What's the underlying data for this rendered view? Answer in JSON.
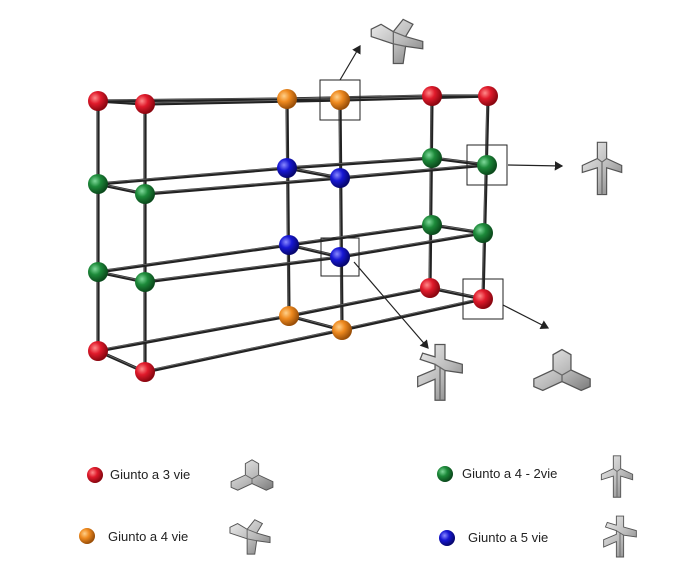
{
  "colors": {
    "three_way": "#e01a2b",
    "four_way": "#ef8a1f",
    "four_two_way": "#1d8a3a",
    "five_way": "#1717d4",
    "frame": "#222222",
    "connector_metal": "#b9b9b9"
  },
  "legend": [
    {
      "label": "Giunto a 3 vie",
      "type": "three_way",
      "icon": "three-way-connector-icon"
    },
    {
      "label": "Giunto a 4 - 2vie",
      "type": "four_two_way",
      "icon": "four-two-way-connector-icon"
    },
    {
      "label": "Giunto a 4 vie",
      "type": "four_way",
      "icon": "four-way-connector-icon"
    },
    {
      "label": "Giunto a 5 vie",
      "type": "five_way",
      "icon": "five-way-connector-icon"
    }
  ]
}
